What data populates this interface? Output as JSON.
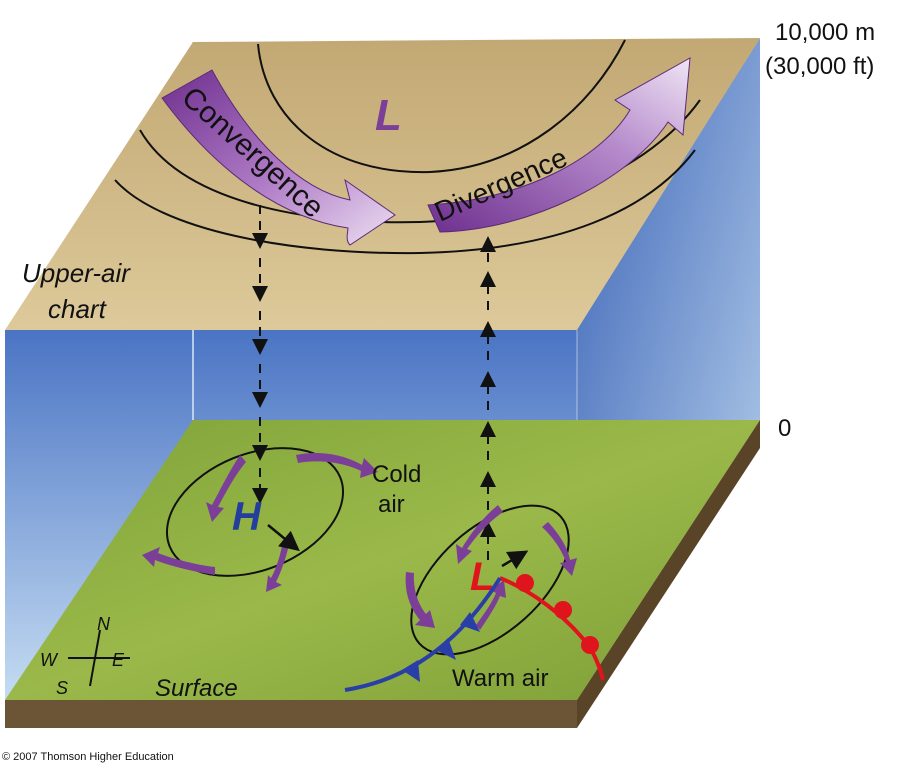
{
  "labels": {
    "top_height": "10,000 m",
    "top_height_ft": "(30,000 ft)",
    "ground_height": "0",
    "upper_air_line1": "Upper-air",
    "upper_air_line2": "chart",
    "surface": "Surface",
    "convergence": "Convergence",
    "divergence": "Divergence",
    "upper_low": "L",
    "surface_high": "H",
    "surface_low": "L",
    "cold_air_line1": "Cold",
    "cold_air_line2": "air",
    "warm_air": "Warm air",
    "compass_n": "N",
    "compass_s": "S",
    "compass_e": "E",
    "compass_w": "W",
    "copyright": "© 2007 Thomson Higher Education"
  },
  "colors": {
    "upper_plane": "#c9b07a",
    "sky_top": "#3f67b8",
    "sky_bottom": "#b9d3ee",
    "grass": "#8fae3e",
    "soil": "#6b5536",
    "purple": "#7b3f98",
    "high_blue": "#243e9c",
    "low_red": "#e0141c",
    "cold_front": "#2a3ea8",
    "warm_front": "#e0141c"
  }
}
